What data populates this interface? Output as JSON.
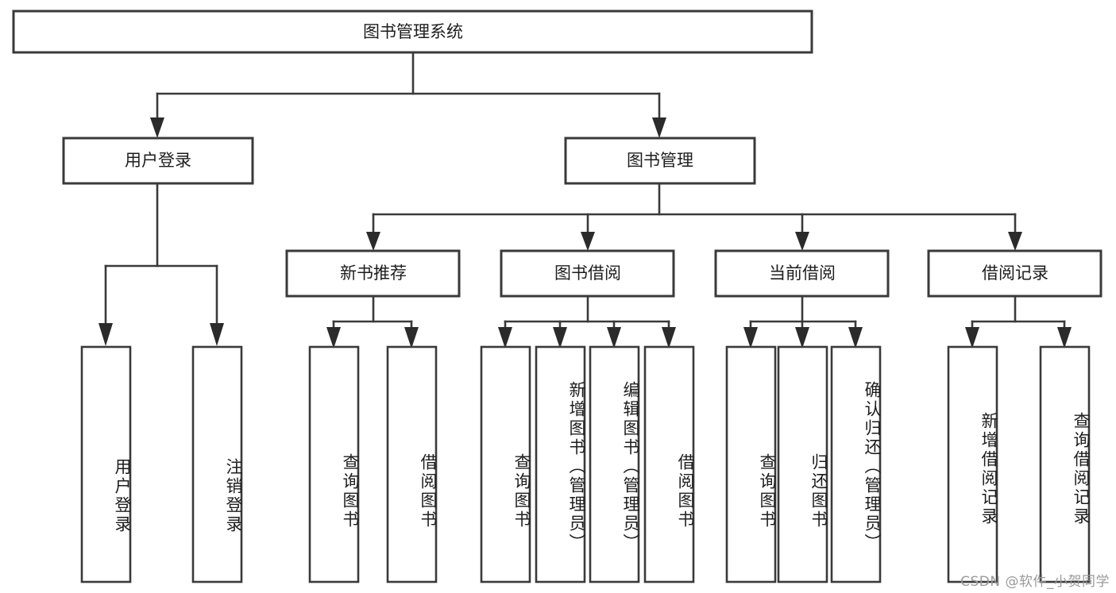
{
  "diagram": {
    "type": "tree-hierarchy",
    "title": "图书管理系统",
    "orientation": "top-down",
    "colors": {
      "box_stroke": "#3a3a3a",
      "box_fill": "#ffffff",
      "connector": "#3a3a3a",
      "text": "#1d1d1d",
      "watermark": "#9a9a9a",
      "background": "#ffffff"
    },
    "root": {
      "id": "root",
      "label": "图书管理系统"
    },
    "level2": [
      {
        "id": "user-login",
        "label": "用户登录"
      },
      {
        "id": "book-manage",
        "label": "图书管理"
      }
    ],
    "level3": [
      {
        "id": "new-book-rec",
        "label": "新书推荐",
        "parent": "book-manage"
      },
      {
        "id": "book-borrow",
        "label": "图书借阅",
        "parent": "book-manage"
      },
      {
        "id": "current-borrow",
        "label": "当前借阅",
        "parent": "book-manage"
      },
      {
        "id": "borrow-record",
        "label": "借阅记录",
        "parent": "book-manage"
      }
    ],
    "leaves": [
      {
        "id": "leaf-user-login",
        "label": "用户登录",
        "parent": "user-login"
      },
      {
        "id": "leaf-logout",
        "label": "注销登录",
        "parent": "user-login"
      },
      {
        "id": "leaf-query-book-1",
        "label": "查询图书",
        "parent": "new-book-rec"
      },
      {
        "id": "leaf-borrow-book-1",
        "label": "借阅图书",
        "parent": "new-book-rec"
      },
      {
        "id": "leaf-query-book-2",
        "label": "查询图书",
        "parent": "book-borrow"
      },
      {
        "id": "leaf-add-book",
        "label": "新增图书（管理员）",
        "parent": "book-borrow"
      },
      {
        "id": "leaf-edit-book",
        "label": "编辑图书（管理员）",
        "parent": "book-borrow"
      },
      {
        "id": "leaf-borrow-book-2",
        "label": "借阅图书",
        "parent": "book-borrow"
      },
      {
        "id": "leaf-query-book-3",
        "label": "查询图书",
        "parent": "current-borrow"
      },
      {
        "id": "leaf-return-book",
        "label": "归还图书",
        "parent": "current-borrow"
      },
      {
        "id": "leaf-confirm-return",
        "label": "确认归还（管理员）",
        "parent": "current-borrow"
      },
      {
        "id": "leaf-add-record",
        "label": "新增借阅记录",
        "parent": "borrow-record"
      },
      {
        "id": "leaf-query-record",
        "label": "查询借阅记录",
        "parent": "borrow-record"
      }
    ]
  },
  "watermark": {
    "text": "CSDN @软件_小贺同学"
  }
}
